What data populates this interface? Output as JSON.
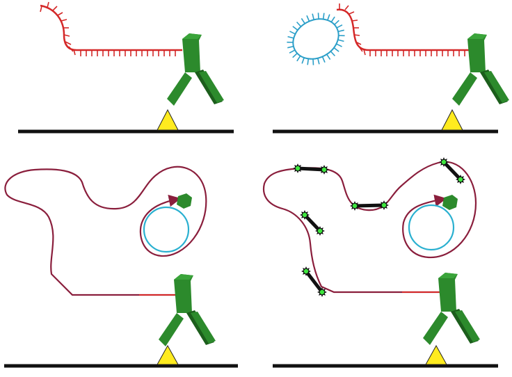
{
  "colors": {
    "background": "#ffffff",
    "surface_line": "#111111",
    "antigen_triangle": "#ffeb1f",
    "antibody_green": "#2c8a2c",
    "antibody_green_light": "#3aa43a",
    "antibody_green_dark": "#1c5e1c",
    "red_strand": "#d42828",
    "dark_red_strand": "#8a1e3c",
    "blue_strand": "#2a9ec8",
    "circle_blue": "#2ab0d0",
    "green_dot": "#3ee63e",
    "crosslink_black": "#111111"
  },
  "panels": [
    {
      "id": "top-left",
      "items": [
        "antibody",
        "antigen-triangle",
        "surface-line",
        "red-strand-with-teeth"
      ]
    },
    {
      "id": "top-right",
      "items": [
        "antibody",
        "antigen-triangle",
        "surface-line",
        "red-strand-with-teeth",
        "blue-loop-with-teeth"
      ]
    },
    {
      "id": "bottom-left",
      "items": [
        "antibody",
        "antigen-triangle",
        "surface-line",
        "long-dark-red-strand",
        "blue-circle",
        "green-end-cap"
      ]
    },
    {
      "id": "bottom-right",
      "items": [
        "antibody",
        "antigen-triangle",
        "surface-line",
        "long-dark-red-strand",
        "blue-circle",
        "green-end-cap",
        "crosslink-pairs"
      ]
    }
  ]
}
